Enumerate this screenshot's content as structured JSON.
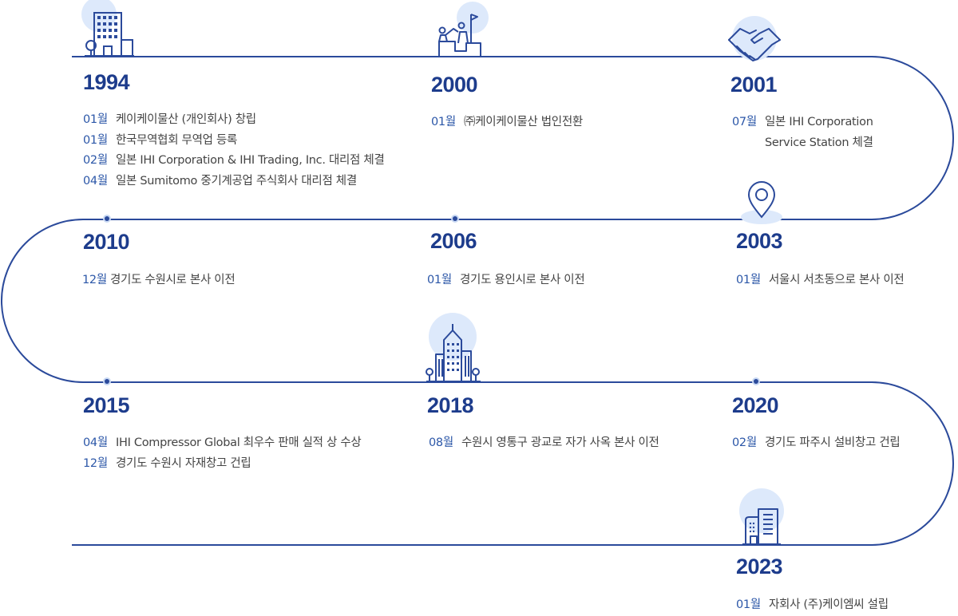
{
  "colors": {
    "line": "#2b4a9b",
    "year": "#1d3c8c",
    "month": "#2c57a8",
    "text": "#444444",
    "glow": "#dde9fb"
  },
  "milestones": [
    {
      "year": "1994",
      "icon": "office-building-icon",
      "events": [
        {
          "month": "01월",
          "text": "케이케이물산 (개인회사) 창립"
        },
        {
          "month": "01월",
          "text": "한국무역협회 무역업 등록"
        },
        {
          "month": "02월",
          "text": "일본 IHI Corporation & IHI Trading, Inc. 대리점 체결"
        },
        {
          "month": "04월",
          "text": "일본 Sumitomo 중기계공업 주식회사 대리점 체결"
        }
      ]
    },
    {
      "year": "2000",
      "icon": "climbing-people-flag-icon",
      "events": [
        {
          "month": "01월",
          "text": "㈜케이케이물산 법인전환"
        }
      ]
    },
    {
      "year": "2001",
      "icon": "handshake-icon",
      "events": [
        {
          "month": "07월",
          "text": "일본 IHI Corporation\nService Station 체결"
        }
      ]
    },
    {
      "year": "2003",
      "icon": "location-pin-icon",
      "events": [
        {
          "month": "01월",
          "text": "서울시 서초동으로 본사 이전"
        }
      ]
    },
    {
      "year": "2006",
      "events": [
        {
          "month": "01월",
          "text": "경기도 용인시로 본사 이전"
        }
      ]
    },
    {
      "year": "2010",
      "events": [
        {
          "month": "12월",
          "text": "경기도 수원시로 본사 이전"
        }
      ]
    },
    {
      "year": "2015",
      "events": [
        {
          "month": "04월",
          "text": "IHI Compressor Global 최우수 판매 실적 상 수상"
        },
        {
          "month": "12월",
          "text": "경기도 수원시 자재창고 건립"
        }
      ]
    },
    {
      "year": "2018",
      "icon": "skyscraper-icon",
      "events": [
        {
          "month": "08월",
          "text": "수원시 영통구 광교로 자가 사옥 본사 이전"
        }
      ]
    },
    {
      "year": "2020",
      "events": [
        {
          "month": "02월",
          "text": "경기도 파주시 설비창고 건립"
        }
      ]
    },
    {
      "year": "2023",
      "icon": "small-building-icon",
      "events": [
        {
          "month": "01월",
          "text": "자회사 (주)케이엠씨 설립"
        }
      ]
    }
  ]
}
